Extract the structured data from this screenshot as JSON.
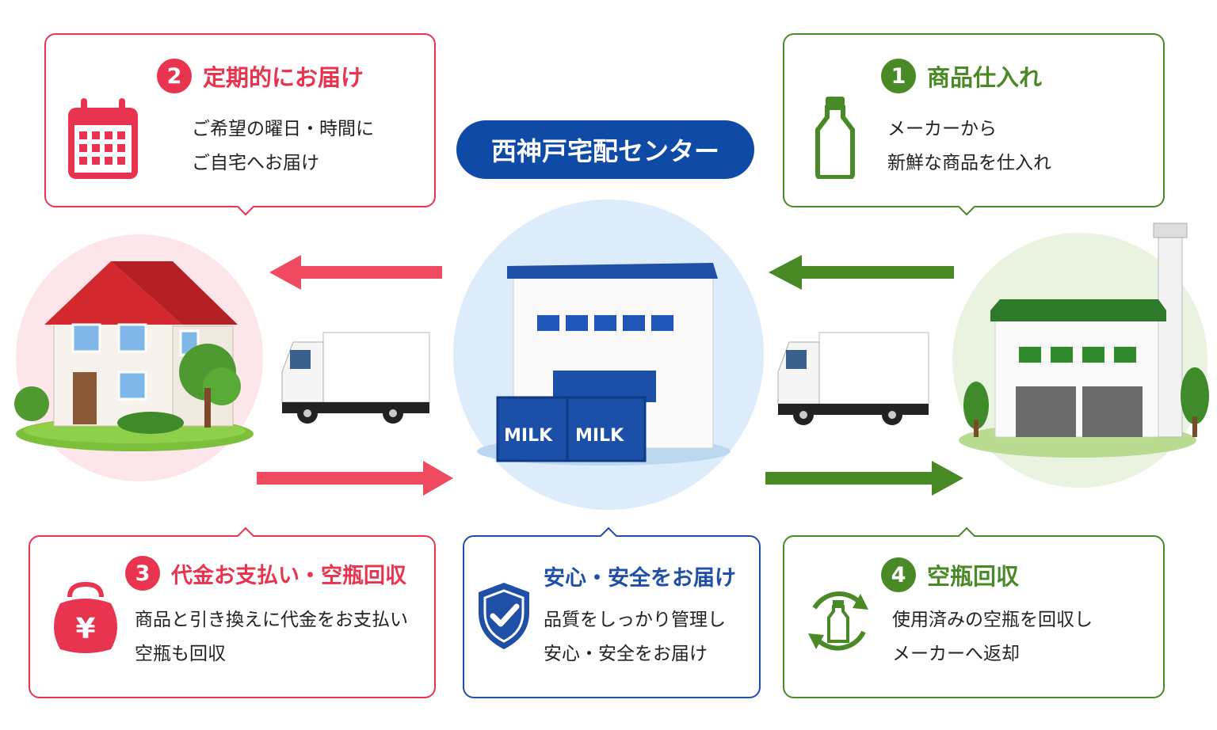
{
  "center_label": "西神戸宅配センター",
  "steps": {
    "step1": {
      "number": "1",
      "title": "商品仕入れ",
      "lines": [
        "メーカーから",
        "新鮮な商品を仕入れ"
      ]
    },
    "step2": {
      "number": "2",
      "title": "定期的にお届け",
      "lines": [
        "ご希望の曜日・時間に",
        "ご自宅へお届け"
      ]
    },
    "step3": {
      "number": "3",
      "title": "代金お支払い・空瓶回収",
      "lines": [
        "商品と引き換えに代金をお支払い",
        "空瓶も回収"
      ]
    },
    "step4": {
      "number": "4",
      "title": "空瓶回収",
      "lines": [
        "使用済みの空瓶を回収し",
        "メーカーへ返却"
      ]
    }
  },
  "safety": {
    "title": "安心・安全をお届け",
    "lines": [
      "品質をしっかり管理し",
      "安心・安全をお届け"
    ]
  },
  "crate_label": "MILK",
  "icons": {
    "step1": "milk-bottle-icon",
    "step2": "calendar-icon",
    "step3": "yen-purse-icon",
    "step4": "recycle-bottle-icon",
    "safety": "shield-check-icon"
  },
  "colors": {
    "red": "#e8344e",
    "green": "#4a8a26",
    "blue": "#0f4aa6"
  }
}
